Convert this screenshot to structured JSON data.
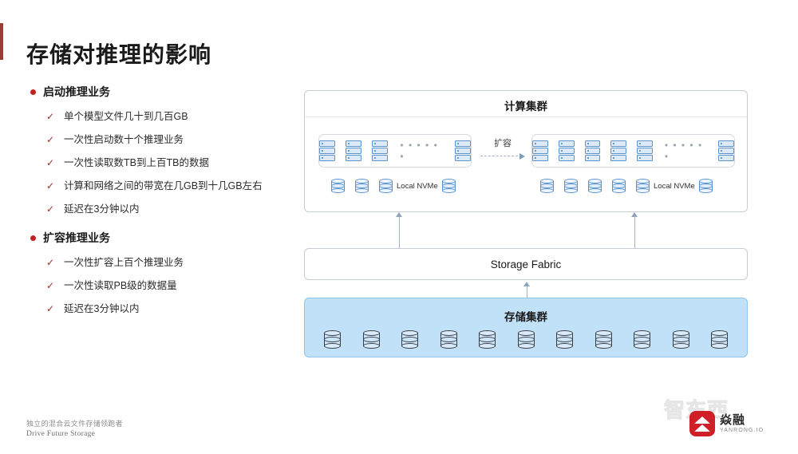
{
  "slide": {
    "title": "存储对推理的影响",
    "accent_color": "#9e3a34"
  },
  "bullets": {
    "groups": [
      {
        "heading": "启动推理业务",
        "items": [
          "单个模型文件几十到几百GB",
          "一次性启动数十个推理业务",
          "一次性读取数TB到上百TB的数据",
          "计算和网络之间的带宽在几GB到十几GB左右",
          "延迟在3分钟以内"
        ]
      },
      {
        "heading": "扩容推理业务",
        "items": [
          "一次性扩容上百个推理业务",
          "一次性读取PB级的数据量",
          "延迟在3分钟以内"
        ]
      }
    ],
    "check_glyph": "✓",
    "check_color": "#a03028",
    "dot_color": "#c0231f"
  },
  "diagram": {
    "compute_cluster": {
      "title": "计算集群",
      "left_group": {
        "server_count": 3,
        "dots": "• • • • • •",
        "tail_server_count": 1,
        "nvme_disk_count": 3,
        "nvme_label": "Local NVMe",
        "nvme_tail_disk_count": 1
      },
      "right_group": {
        "server_count": 5,
        "dots": "• • • • • •",
        "tail_server_count": 1,
        "nvme_disk_count": 5,
        "nvme_label": "Local NVMe",
        "nvme_tail_disk_count": 1
      },
      "expand_label": "扩容"
    },
    "storage_fabric": {
      "title": "Storage Fabric"
    },
    "storage_cluster": {
      "title": "存储集群",
      "disk_count": 11,
      "fill_color": "#c1e1f8",
      "border_color": "#93c3ea"
    },
    "node_accent_color": "#5b93ce"
  },
  "footer": {
    "tagline_cn": "独立的混合云文件存储领跑者",
    "tagline_en": "Drive Future Storage",
    "brand_watermark": "智东西",
    "brand_name": "焱融",
    "brand_domain": "YANRONG.IO",
    "brand_color": "#cf2027"
  }
}
